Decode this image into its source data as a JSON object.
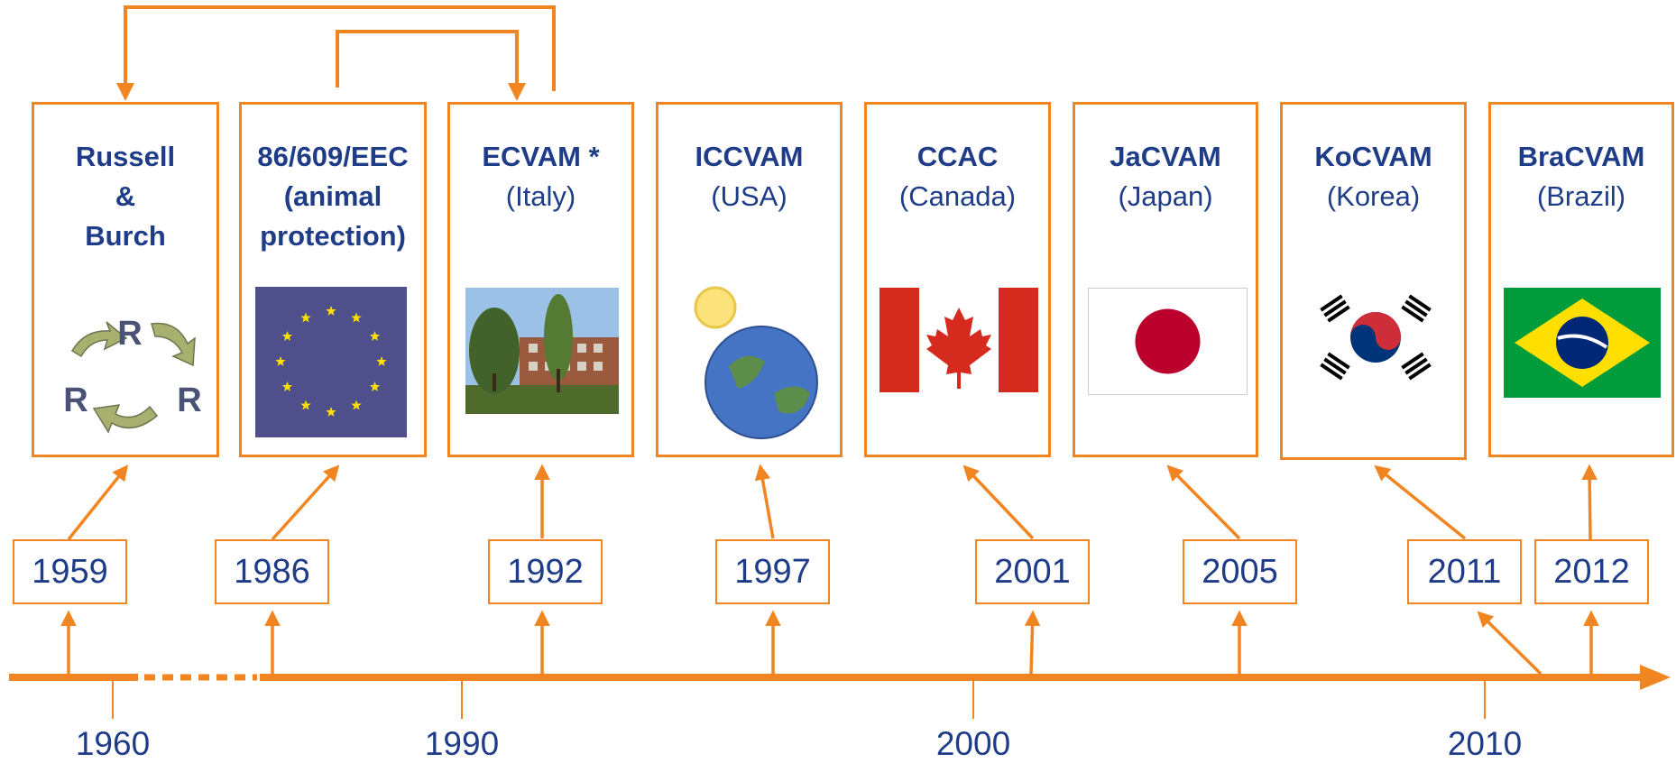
{
  "cards": [
    {
      "title": "Russell",
      "subtitle": "&",
      "extra": "Burch",
      "icon": "three-rs-cycle-icon"
    },
    {
      "title": "86/609/EEC",
      "subtitle": "(animal",
      "extra": "protection)",
      "icon": "eu-flag-icon"
    },
    {
      "title": "ECVAM *",
      "subtitle": "(Italy)",
      "extra": "",
      "icon": "ecvam-building-photo"
    },
    {
      "title": "ICCVAM",
      "subtitle": "(USA)",
      "extra": "",
      "icon": "globe-sun-icon"
    },
    {
      "title": "CCAC",
      "subtitle": "(Canada)",
      "extra": "",
      "icon": "canada-flag-icon"
    },
    {
      "title": "JaCVAM",
      "subtitle": "(Japan)",
      "extra": "",
      "icon": "japan-flag-icon"
    },
    {
      "title": "KoCVAM",
      "subtitle": "(Korea)",
      "extra": "",
      "icon": "korea-flag-icon"
    },
    {
      "title": "BraCVAM",
      "subtitle": "(Brazil)",
      "extra": "",
      "icon": "brazil-flag-icon"
    }
  ],
  "years": [
    "1959",
    "1986",
    "1992",
    "1997",
    "2001",
    "2005",
    "2011",
    "2012"
  ],
  "axis_labels": [
    "1960",
    "1990",
    "2000",
    "2010"
  ],
  "rrr_letters": [
    "R",
    "R",
    "R"
  ],
  "colors": {
    "accent": "#F08522",
    "text": "#1F3C88"
  }
}
